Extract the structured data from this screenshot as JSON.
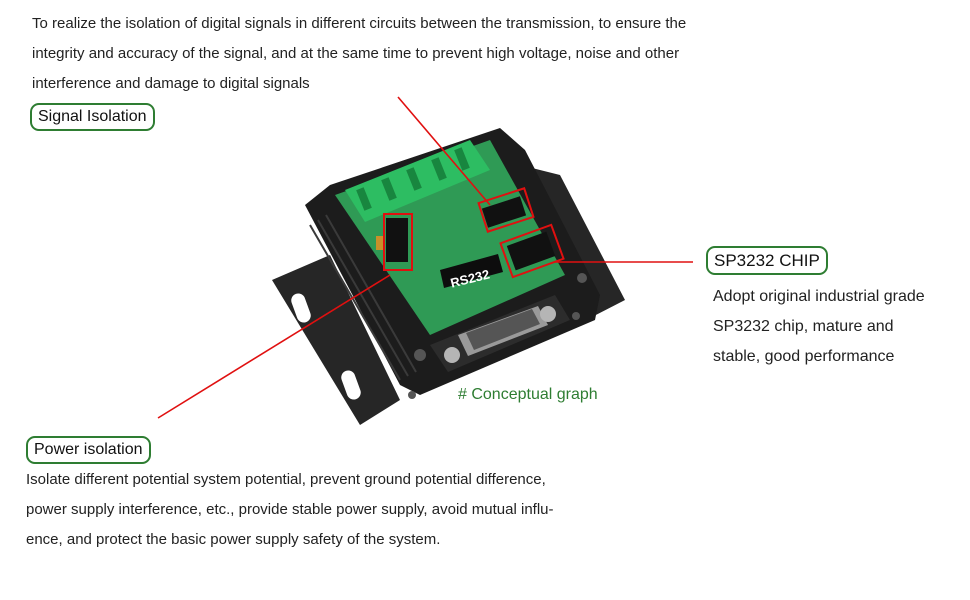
{
  "signal_isolation": {
    "label": "Signal Isolation",
    "lines": [
      "To realize the isolation of digital signals in different circuits between the transmission, to ensure the",
      "integrity and accuracy of the signal, and at the same time to prevent high voltage, noise and other",
      "interference and damage to digital signals"
    ]
  },
  "sp3232": {
    "label": "SP3232 CHIP",
    "lines": [
      "Adopt original industrial grade",
      "SP3232 chip, mature and",
      "stable, good performance"
    ]
  },
  "power_isolation": {
    "label": "Power isolation",
    "lines": [
      "Isolate different potential system potential, prevent ground potential difference,",
      "power supply interference, etc., provide stable power supply, avoid mutual influ-",
      "ence, and protect the basic power supply safety of the system."
    ]
  },
  "device": {
    "port_label": "RS232",
    "caption": "# Conceptual graph"
  },
  "colors": {
    "accent_green": "#2e7d32",
    "callout_red": "#e01010",
    "enclosure": "#1c1c1c",
    "pcb": "#2f9a55"
  }
}
